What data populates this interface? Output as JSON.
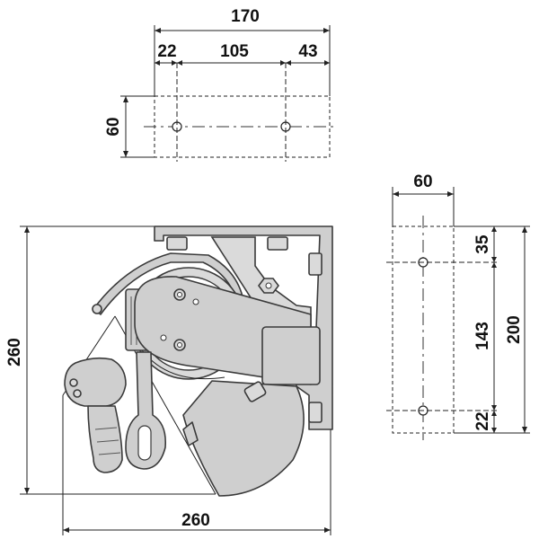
{
  "top_plate": {
    "overall_width": "170",
    "left_offset": "22",
    "hole_spacing": "105",
    "right_offset": "43",
    "height": "60"
  },
  "side_plate": {
    "width": "60",
    "top_offset": "35",
    "hole_spacing": "143",
    "bottom_offset": "22",
    "overall_height": "200"
  },
  "main_view": {
    "height": "260",
    "width": "260"
  }
}
